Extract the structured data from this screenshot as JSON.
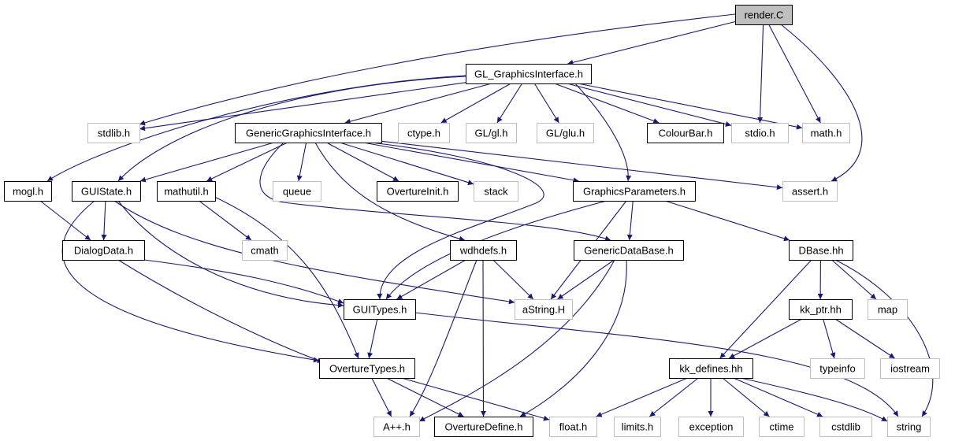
{
  "graph": {
    "colors": {
      "edge": "#191970",
      "documented_border": "#000000",
      "undocumented_border": "#bfbfbf",
      "root_fill": "#bfbfbf",
      "node_fill": "#ffffff"
    },
    "nodes": [
      {
        "id": "render_c",
        "label": "render.C",
        "kind": "root"
      },
      {
        "id": "gl_graphicsinterface_h",
        "label": "GL_GraphicsInterface.h",
        "kind": "documented"
      },
      {
        "id": "stdlib_h",
        "label": "stdlib.h",
        "kind": "undocumented"
      },
      {
        "id": "genericgraphicsinterface_h",
        "label": "GenericGraphicsInterface.h",
        "kind": "documented"
      },
      {
        "id": "ctype_h",
        "label": "ctype.h",
        "kind": "undocumented"
      },
      {
        "id": "gl_gl_h",
        "label": "GL/gl.h",
        "kind": "undocumented"
      },
      {
        "id": "gl_glu_h",
        "label": "GL/glu.h",
        "kind": "undocumented"
      },
      {
        "id": "colourbar_h",
        "label": "ColourBar.h",
        "kind": "documented"
      },
      {
        "id": "stdio_h",
        "label": "stdio.h",
        "kind": "undocumented"
      },
      {
        "id": "math_h",
        "label": "math.h",
        "kind": "undocumented"
      },
      {
        "id": "mogl_h",
        "label": "mogl.h",
        "kind": "documented"
      },
      {
        "id": "guistate_h",
        "label": "GUIState.h",
        "kind": "documented"
      },
      {
        "id": "mathutil_h",
        "label": "mathutil.h",
        "kind": "documented"
      },
      {
        "id": "queue",
        "label": "queue",
        "kind": "undocumented"
      },
      {
        "id": "overtureinit_h",
        "label": "OvertureInit.h",
        "kind": "documented"
      },
      {
        "id": "stack",
        "label": "stack",
        "kind": "undocumented"
      },
      {
        "id": "graphicsparameters_h",
        "label": "GraphicsParameters.h",
        "kind": "documented"
      },
      {
        "id": "assert_h",
        "label": "assert.h",
        "kind": "undocumented"
      },
      {
        "id": "dialogdata_h",
        "label": "DialogData.h",
        "kind": "documented"
      },
      {
        "id": "cmath",
        "label": "cmath",
        "kind": "undocumented"
      },
      {
        "id": "wdhdefs_h",
        "label": "wdhdefs.h",
        "kind": "documented"
      },
      {
        "id": "genericdatabase_h",
        "label": "GenericDataBase.h",
        "kind": "documented"
      },
      {
        "id": "dbase_hh",
        "label": "DBase.hh",
        "kind": "documented"
      },
      {
        "id": "guitypes_h",
        "label": "GUITypes.h",
        "kind": "documented"
      },
      {
        "id": "astring_h",
        "label": "aString.H",
        "kind": "undocumented"
      },
      {
        "id": "kk_ptr_hh",
        "label": "kk_ptr.hh",
        "kind": "documented"
      },
      {
        "id": "map",
        "label": "map",
        "kind": "undocumented"
      },
      {
        "id": "overturetypes_h",
        "label": "OvertureTypes.h",
        "kind": "documented"
      },
      {
        "id": "kk_defines_hh",
        "label": "kk_defines.hh",
        "kind": "documented"
      },
      {
        "id": "typeinfo",
        "label": "typeinfo",
        "kind": "undocumented"
      },
      {
        "id": "iostream",
        "label": "iostream",
        "kind": "undocumented"
      },
      {
        "id": "aplusplus_h",
        "label": "A++.h",
        "kind": "undocumented"
      },
      {
        "id": "overturedefine_h",
        "label": "OvertureDefine.h",
        "kind": "documented"
      },
      {
        "id": "float_h",
        "label": "float.h",
        "kind": "undocumented"
      },
      {
        "id": "limits_h",
        "label": "limits.h",
        "kind": "undocumented"
      },
      {
        "id": "exception",
        "label": "exception",
        "kind": "undocumented"
      },
      {
        "id": "ctime",
        "label": "ctime",
        "kind": "undocumented"
      },
      {
        "id": "cstdlib",
        "label": "cstdlib",
        "kind": "undocumented"
      },
      {
        "id": "string",
        "label": "string",
        "kind": "undocumented"
      }
    ],
    "edges": [
      [
        "render_c",
        "gl_graphicsinterface_h"
      ],
      [
        "render_c",
        "stdlib_h"
      ],
      [
        "render_c",
        "stdio_h"
      ],
      [
        "render_c",
        "math_h"
      ],
      [
        "render_c",
        "assert_h"
      ],
      [
        "gl_graphicsinterface_h",
        "stdlib_h"
      ],
      [
        "gl_graphicsinterface_h",
        "genericgraphicsinterface_h"
      ],
      [
        "gl_graphicsinterface_h",
        "ctype_h"
      ],
      [
        "gl_graphicsinterface_h",
        "gl_gl_h"
      ],
      [
        "gl_graphicsinterface_h",
        "gl_glu_h"
      ],
      [
        "gl_graphicsinterface_h",
        "colourbar_h"
      ],
      [
        "gl_graphicsinterface_h",
        "stdio_h"
      ],
      [
        "gl_graphicsinterface_h",
        "math_h"
      ],
      [
        "gl_graphicsinterface_h",
        "mogl_h"
      ],
      [
        "gl_graphicsinterface_h",
        "guistate_h"
      ],
      [
        "gl_graphicsinterface_h",
        "graphicsparameters_h"
      ],
      [
        "genericgraphicsinterface_h",
        "guistate_h"
      ],
      [
        "genericgraphicsinterface_h",
        "mathutil_h"
      ],
      [
        "genericgraphicsinterface_h",
        "queue"
      ],
      [
        "genericgraphicsinterface_h",
        "overtureinit_h"
      ],
      [
        "genericgraphicsinterface_h",
        "stack"
      ],
      [
        "genericgraphicsinterface_h",
        "graphicsparameters_h"
      ],
      [
        "genericgraphicsinterface_h",
        "assert_h"
      ],
      [
        "genericgraphicsinterface_h",
        "wdhdefs_h"
      ],
      [
        "genericgraphicsinterface_h",
        "genericdatabase_h"
      ],
      [
        "genericgraphicsinterface_h",
        "guitypes_h"
      ],
      [
        "mogl_h",
        "dialogdata_h"
      ],
      [
        "guistate_h",
        "dialogdata_h"
      ],
      [
        "guistate_h",
        "guitypes_h"
      ],
      [
        "guistate_h",
        "astring_h"
      ],
      [
        "guistate_h",
        "overturetypes_h"
      ],
      [
        "mathutil_h",
        "cmath"
      ],
      [
        "mathutil_h",
        "overturetypes_h"
      ],
      [
        "graphicsparameters_h",
        "guitypes_h"
      ],
      [
        "graphicsparameters_h",
        "astring_h"
      ],
      [
        "graphicsparameters_h",
        "genericdatabase_h"
      ],
      [
        "graphicsparameters_h",
        "dbase_hh"
      ],
      [
        "dialogdata_h",
        "guitypes_h"
      ],
      [
        "dialogdata_h",
        "overturetypes_h"
      ],
      [
        "wdhdefs_h",
        "guitypes_h"
      ],
      [
        "wdhdefs_h",
        "astring_h"
      ],
      [
        "wdhdefs_h",
        "aplusplus_h"
      ],
      [
        "wdhdefs_h",
        "overturedefine_h"
      ],
      [
        "genericdatabase_h",
        "astring_h"
      ],
      [
        "genericdatabase_h",
        "aplusplus_h"
      ],
      [
        "genericdatabase_h",
        "overturedefine_h"
      ],
      [
        "dbase_hh",
        "kk_ptr_hh"
      ],
      [
        "dbase_hh",
        "map"
      ],
      [
        "dbase_hh",
        "kk_defines_hh"
      ],
      [
        "dbase_hh",
        "string"
      ],
      [
        "guitypes_h",
        "overturetypes_h"
      ],
      [
        "guitypes_h",
        "string"
      ],
      [
        "kk_ptr_hh",
        "kk_defines_hh"
      ],
      [
        "kk_ptr_hh",
        "typeinfo"
      ],
      [
        "kk_ptr_hh",
        "iostream"
      ],
      [
        "overturetypes_h",
        "aplusplus_h"
      ],
      [
        "overturetypes_h",
        "overturedefine_h"
      ],
      [
        "overturetypes_h",
        "float_h"
      ],
      [
        "kk_defines_hh",
        "float_h"
      ],
      [
        "kk_defines_hh",
        "limits_h"
      ],
      [
        "kk_defines_hh",
        "exception"
      ],
      [
        "kk_defines_hh",
        "ctime"
      ],
      [
        "kk_defines_hh",
        "cstdlib"
      ],
      [
        "kk_defines_hh",
        "string"
      ]
    ]
  }
}
